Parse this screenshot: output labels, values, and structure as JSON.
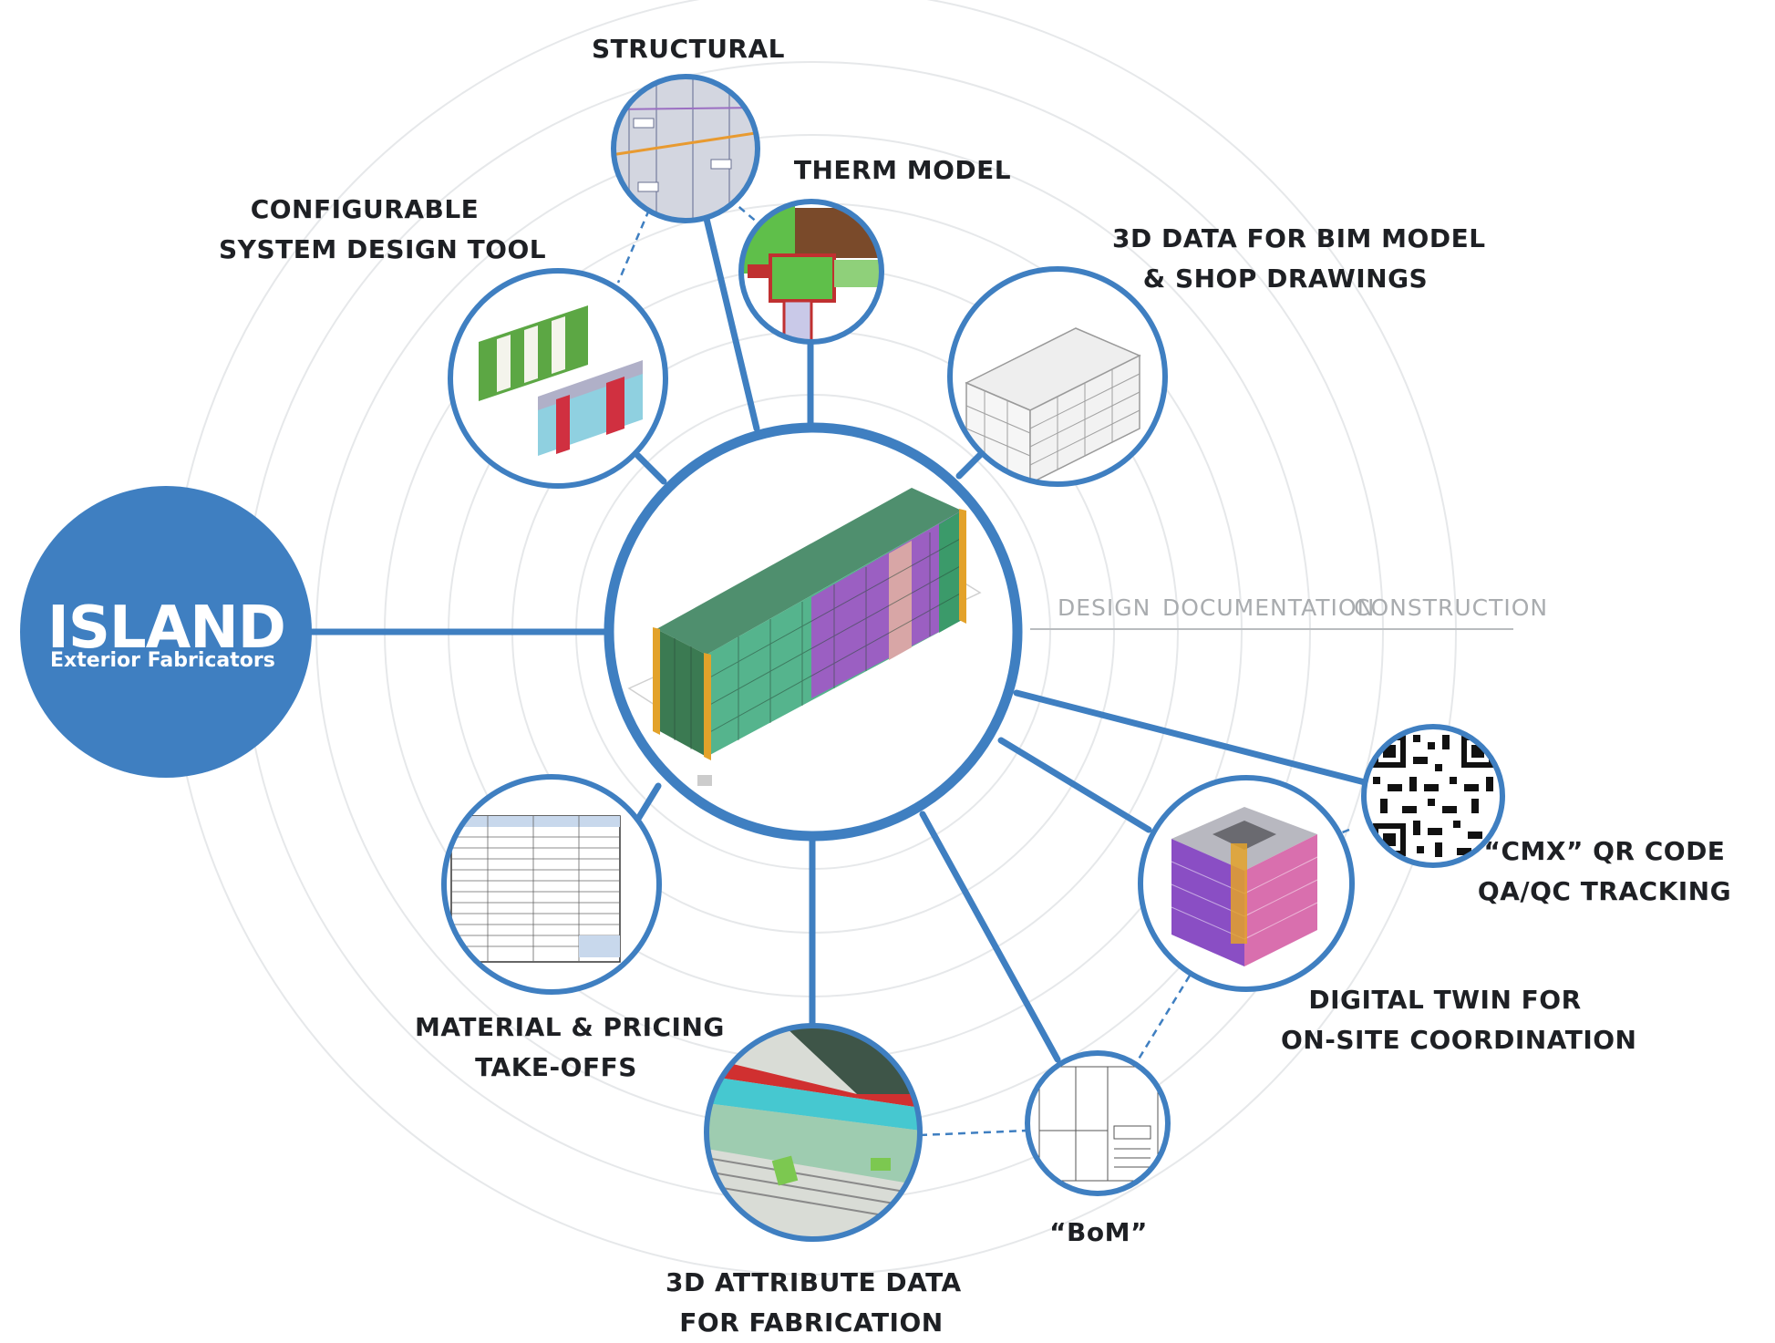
{
  "colors": {
    "accent": "#3f7fc1",
    "ring": "#e4e6e8",
    "text": "#1e2024",
    "phase_text": "#a9acaf"
  },
  "logo": {
    "name": "ISLAND",
    "subtitle": "Exterior Fabricators"
  },
  "nodes": {
    "structural": {
      "lines": [
        "STRUCTURAL"
      ]
    },
    "therm_model": {
      "lines": [
        "THERM MODEL"
      ]
    },
    "configurable": {
      "lines": [
        "CONFIGURABLE",
        "SYSTEM DESIGN TOOL"
      ]
    },
    "bim": {
      "lines": [
        "3D DATA FOR BIM MODEL",
        "& SHOP DRAWINGS"
      ]
    },
    "qr": {
      "lines": [
        "“CMX” QR CODE",
        "QA/QC TRACKING"
      ]
    },
    "digital_twin": {
      "lines": [
        "DIGITAL TWIN FOR",
        "ON-SITE COORDINATION"
      ]
    },
    "bom": {
      "lines": [
        "“BoM”"
      ]
    },
    "attribute": {
      "lines": [
        "3D ATTRIBUTE DATA",
        "FOR FABRICATION"
      ]
    },
    "material": {
      "lines": [
        "MATERIAL & PRICING",
        "TAKE-OFFS"
      ]
    }
  },
  "phases": [
    "DESIGN",
    "DOCUMENTATION",
    "CONSTRUCTION"
  ]
}
